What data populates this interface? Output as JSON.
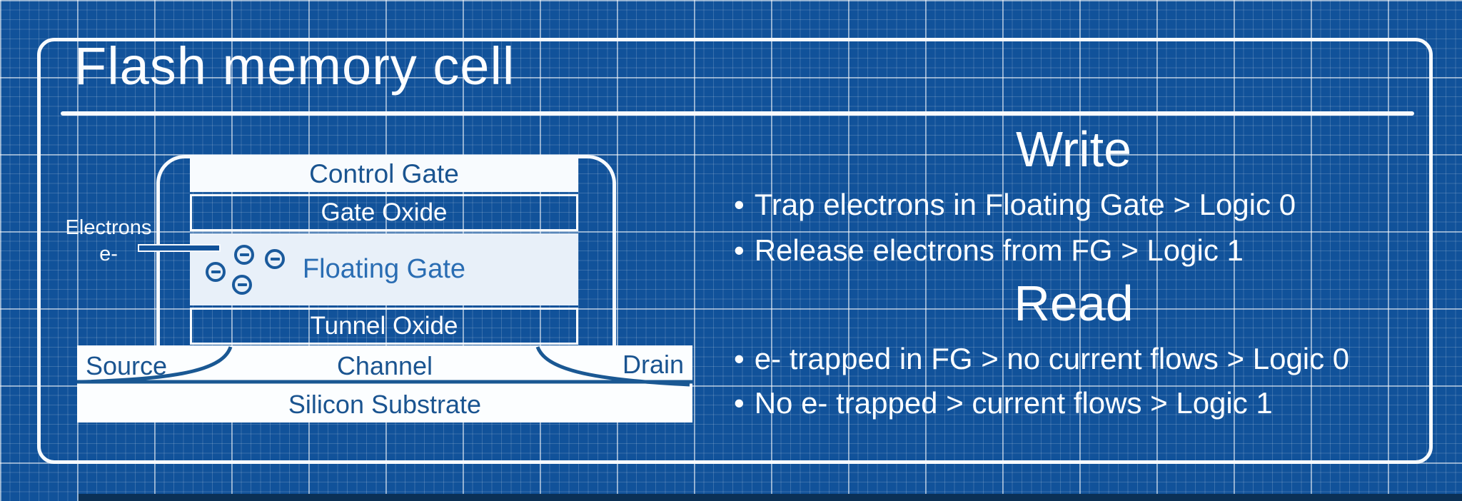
{
  "title": "Flash memory cell",
  "diagram": {
    "control_gate": "Control Gate",
    "gate_oxide": "Gate Oxide",
    "floating_gate": "Floating Gate",
    "tunnel_oxide": "Tunnel Oxide",
    "source": "Source",
    "channel": "Channel",
    "drain": "Drain",
    "substrate": "Silicon Substrate",
    "electrons_label": "Electrons",
    "electron_symbol": "e-",
    "electron_count": 4
  },
  "panel": {
    "write": {
      "heading": "Write",
      "items": [
        "Trap electrons in Floating Gate > Logic 0",
        "Release electrons from FG > Logic 1"
      ]
    },
    "read": {
      "heading": "Read",
      "items": [
        "e- trapped in FG > no current flows > Logic 0",
        "No e- trapped > current flows > Logic 1"
      ]
    }
  },
  "ui": {
    "bullet": "•"
  },
  "colors": {
    "background_blue": "#11529A",
    "line_white": "#F7FAFD",
    "label_blue": "#1A5490",
    "floating_gate_fill": "#E8F0F9",
    "box_white": "#FCFEFF",
    "bottom_edge": "#0B3055"
  }
}
